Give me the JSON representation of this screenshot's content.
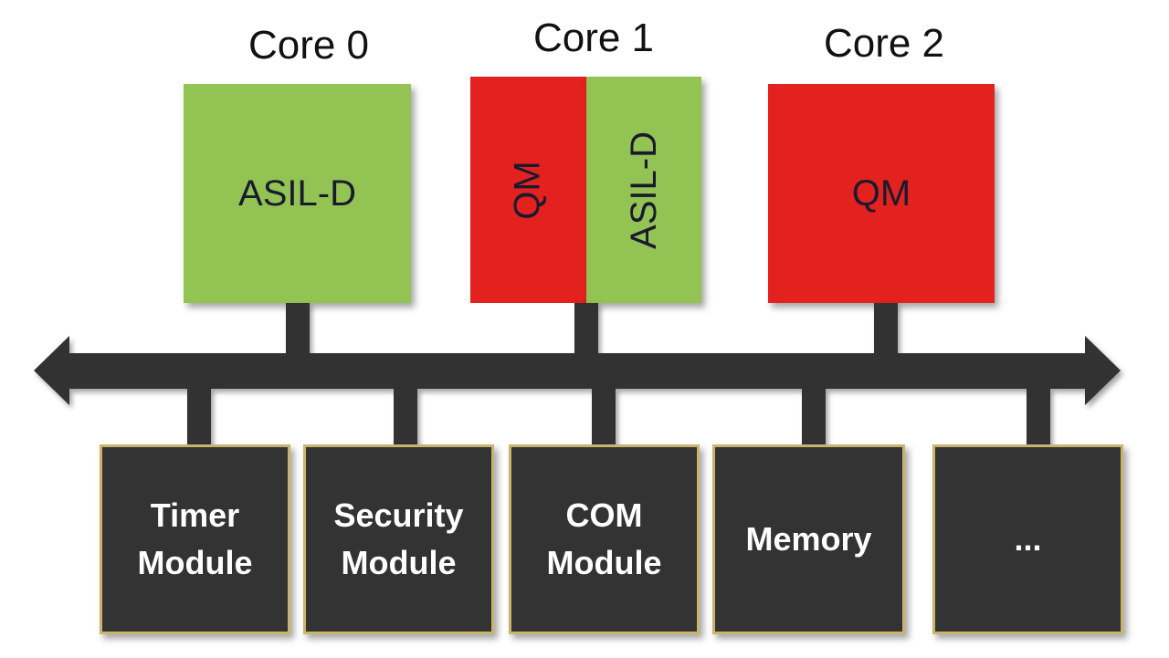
{
  "cores": [
    {
      "title": "Core 0",
      "partitions": [
        {
          "label": "ASIL-D",
          "safety": "asil-d",
          "color": "#92c353"
        }
      ]
    },
    {
      "title": "Core 1",
      "partitions": [
        {
          "label": "QM",
          "safety": "qm",
          "color": "#e3211f"
        },
        {
          "label": "ASIL-D",
          "safety": "asil-d",
          "color": "#92c353"
        }
      ]
    },
    {
      "title": "Core 2",
      "partitions": [
        {
          "label": "QM",
          "safety": "qm",
          "color": "#e3211f"
        }
      ]
    }
  ],
  "bus": {
    "direction": "bidirectional"
  },
  "modules": [
    {
      "label": "Timer\nModule"
    },
    {
      "label": "Security\nModule"
    },
    {
      "label": "COM\nModule"
    },
    {
      "label": "Memory"
    },
    {
      "label": "..."
    }
  ],
  "colors": {
    "asil_d": "#92c353",
    "qm": "#e3211f",
    "bus": "#323232",
    "module_fill": "#333333",
    "module_border": "#c8b46a"
  }
}
